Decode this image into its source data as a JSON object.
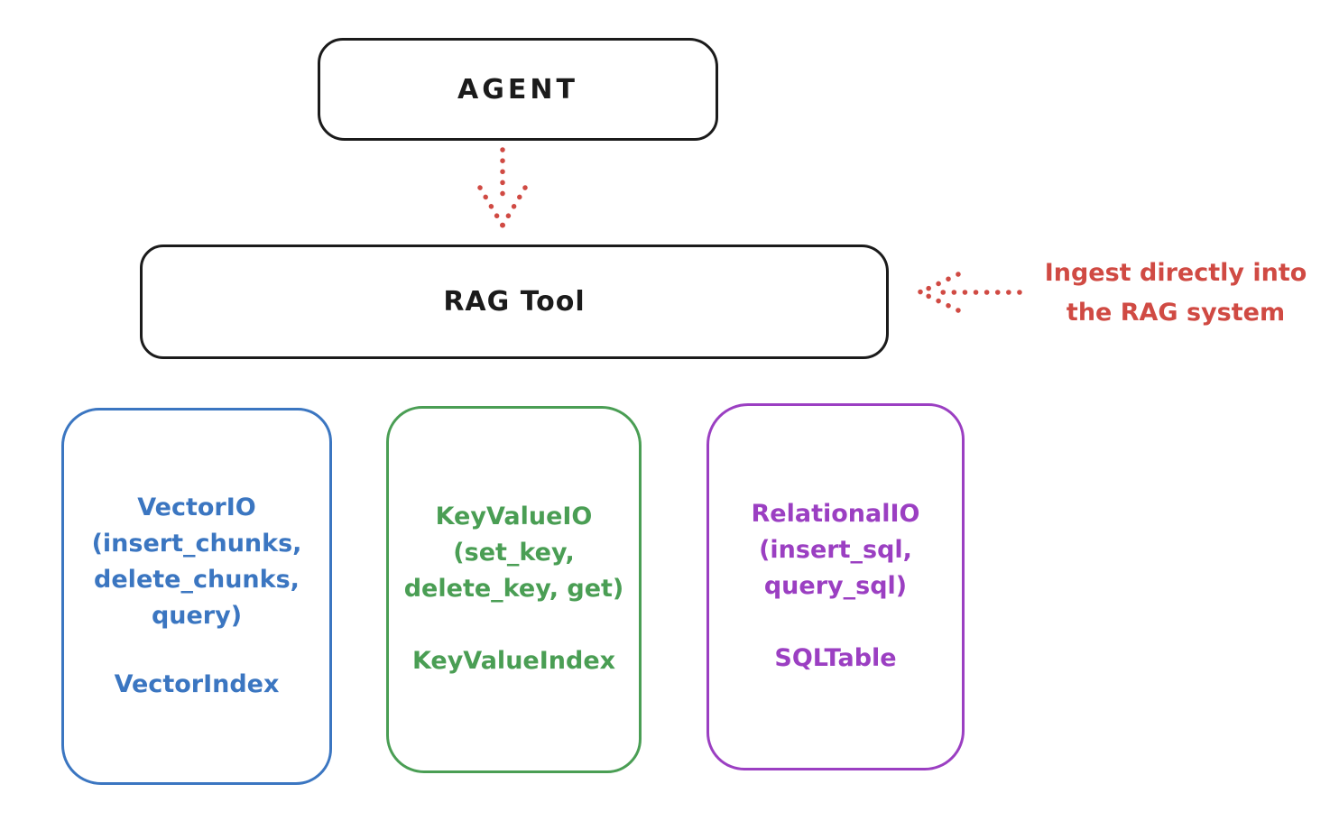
{
  "background_color": "#ffffff",
  "nodes": {
    "agent": {
      "label": "AGENT",
      "border_color": "#1b1b1b"
    },
    "rag_tool": {
      "label": "RAG Tool",
      "border_color": "#1b1b1b"
    },
    "vector_io": {
      "lines": [
        "VectorIO",
        "(insert_chunks,",
        "delete_chunks,",
        "query)"
      ],
      "index_label": "VectorIndex",
      "color": "#3b76c1"
    },
    "key_value_io": {
      "lines": [
        "KeyValueIO",
        "(set_key,",
        "delete_key, get)"
      ],
      "index_label": "KeyValueIndex",
      "color": "#4a9e54"
    },
    "relational_io": {
      "lines": [
        "RelationalIO",
        "(insert_sql,",
        "query_sql)"
      ],
      "index_label": "SQLTable",
      "color": "#9b3fc2"
    }
  },
  "annotation": {
    "lines": [
      "Ingest directly into",
      "the RAG system"
    ],
    "color": "#d04a43"
  },
  "arrows": {
    "color": "#d04a43",
    "agent_to_rag_tool": "dotted arrow pointing down from AGENT to RAG Tool",
    "annotation_to_rag_tool": "dotted arrow pointing left from annotation to RAG Tool"
  }
}
